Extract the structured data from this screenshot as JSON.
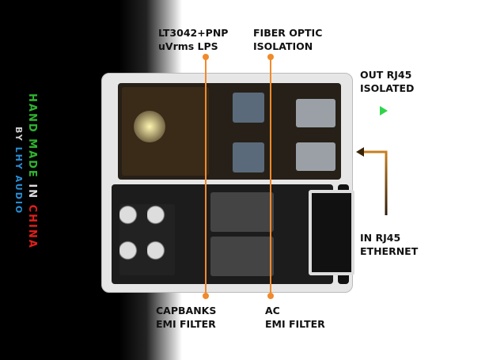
{
  "side_text": {
    "line1": [
      {
        "text": "HAND MADE ",
        "color": "#2fb52f"
      },
      {
        "text": "IN ",
        "color": "#dddddd"
      },
      {
        "text": "CHINA",
        "color": "#e0201b"
      }
    ],
    "line2": [
      {
        "text": "BY ",
        "color": "#cccccc"
      },
      {
        "text": "LHY AUDIO",
        "color": "#2a8fd6"
      }
    ]
  },
  "labels": {
    "lps": [
      "LT3042+PNP",
      "uVrms LPS"
    ],
    "fiber": [
      "FIBER OPTIC",
      "ISOLATION"
    ],
    "out": [
      "OUT RJ45",
      "ISOLATED"
    ],
    "in": [
      "IN RJ45",
      "ETHERNET"
    ],
    "capbanks": [
      "CAPBANKS",
      "EMI FILTER"
    ],
    "ac": [
      "AC",
      "EMI FILTER"
    ]
  },
  "colors": {
    "callout": "#f08a2b",
    "out_arrow": [
      "#2a6fd6",
      "#2fd44a"
    ],
    "in_arrow": [
      "#2b1a08",
      "#c8801f"
    ]
  }
}
